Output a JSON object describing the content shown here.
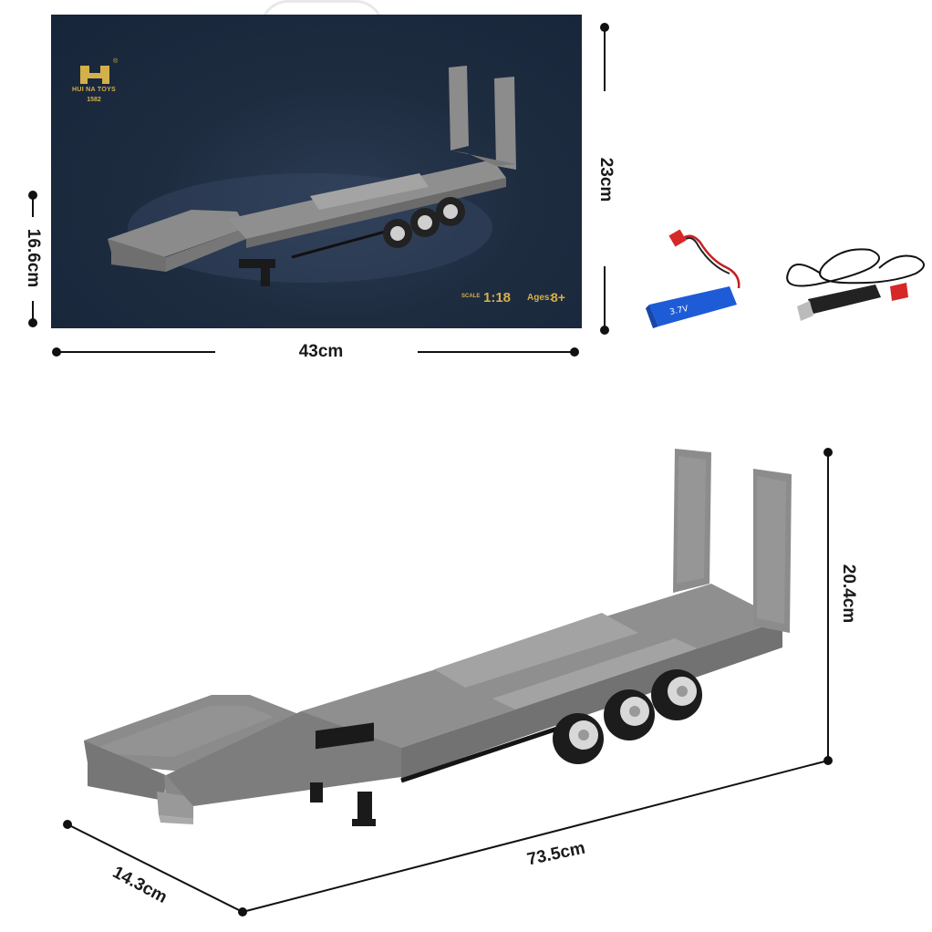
{
  "box": {
    "brand": "HUI NA TOYS",
    "model": "1582",
    "registered": "®",
    "scale_label": "SCALE",
    "scale_value": "1:18",
    "ages_label": "Ages:",
    "ages_value": "8+"
  },
  "dimensions": {
    "box_height": "23cm",
    "box_depth": "16.6cm",
    "box_width": "43cm",
    "trailer_height": "20.4cm",
    "trailer_length": "73.5cm",
    "trailer_width": "14.3cm"
  },
  "colors": {
    "box_bg": "#1e2c40",
    "gold": "#d4b04a",
    "trailer": "#8a8a8a",
    "battery": "#1e5bd6",
    "connector": "#d62828"
  },
  "icons": [
    "handle-icon",
    "battery-icon",
    "usb-cable-icon",
    "trailer-icon"
  ]
}
